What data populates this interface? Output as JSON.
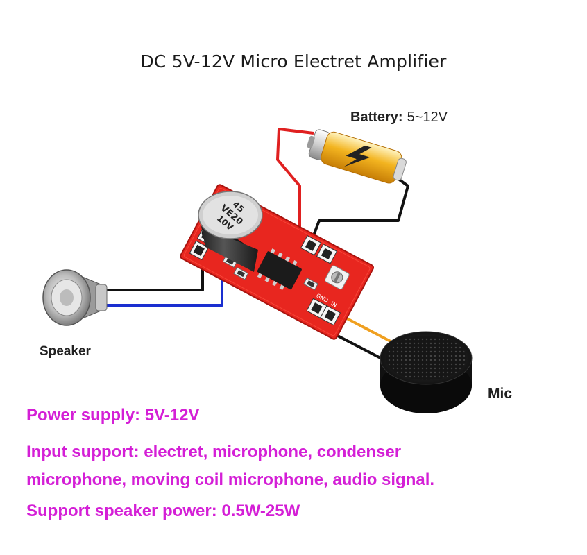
{
  "title": "DC 5V-12V Micro Electret Amplifier",
  "battery": {
    "label": "Battery",
    "sep": ":",
    "value": "5~12V"
  },
  "capacitor": {
    "line1": "45",
    "line2": "VE20",
    "line3": "10V"
  },
  "pcb_labels": {
    "gnd": "GND",
    "in": "IN"
  },
  "speaker": {
    "label": "Speaker"
  },
  "mic": {
    "label": "Mic"
  },
  "specs": {
    "power": "Power supply: 5V-12V",
    "input_line1": "Input support: electret, microphone, condenser",
    "input_line2": "microphone, moving coil microphone, audio signal.",
    "speaker_power": "Support speaker power: 0.5W-25W"
  },
  "colors": {
    "pcb": "#e8261f",
    "wire_red": "#e02020",
    "wire_black": "#111111",
    "wire_blue": "#1a2fd0",
    "wire_orange": "#f0a020",
    "spec_text": "#d41fd6"
  }
}
